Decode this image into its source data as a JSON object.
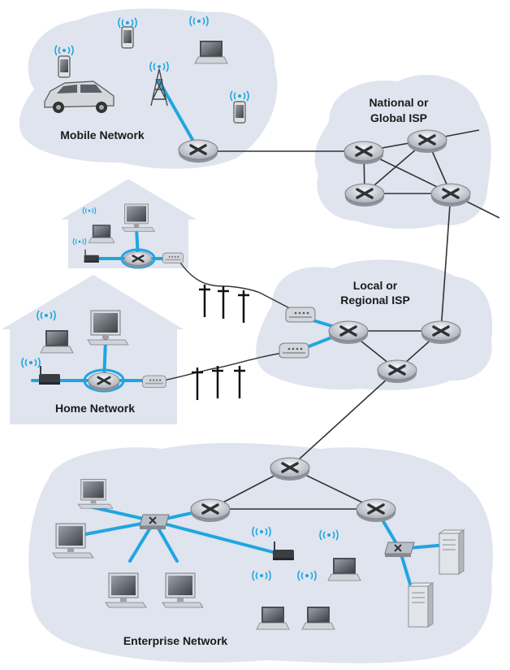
{
  "colors": {
    "cloud": "#dfe4ee",
    "house": "#dfe4ee",
    "access_link": "#1fa6e0",
    "core_link": "#333333",
    "router_body": "#c8ccd3"
  },
  "labels": {
    "mobile_network": "Mobile Network",
    "national_isp_line1": "National or",
    "national_isp_line2": "Global ISP",
    "local_isp_line1": "Local or",
    "local_isp_line2": "Regional ISP",
    "home_network": "Home Network",
    "enterprise_network": "Enterprise Network"
  },
  "icons": [
    "router-icon",
    "switch-icon",
    "laptop-icon",
    "desktop-icon",
    "phone-icon",
    "car-icon",
    "cell-tower-icon",
    "modem-icon",
    "wireless-ap-icon",
    "server-icon",
    "utility-pole-icon",
    "wifi-signal-icon"
  ]
}
